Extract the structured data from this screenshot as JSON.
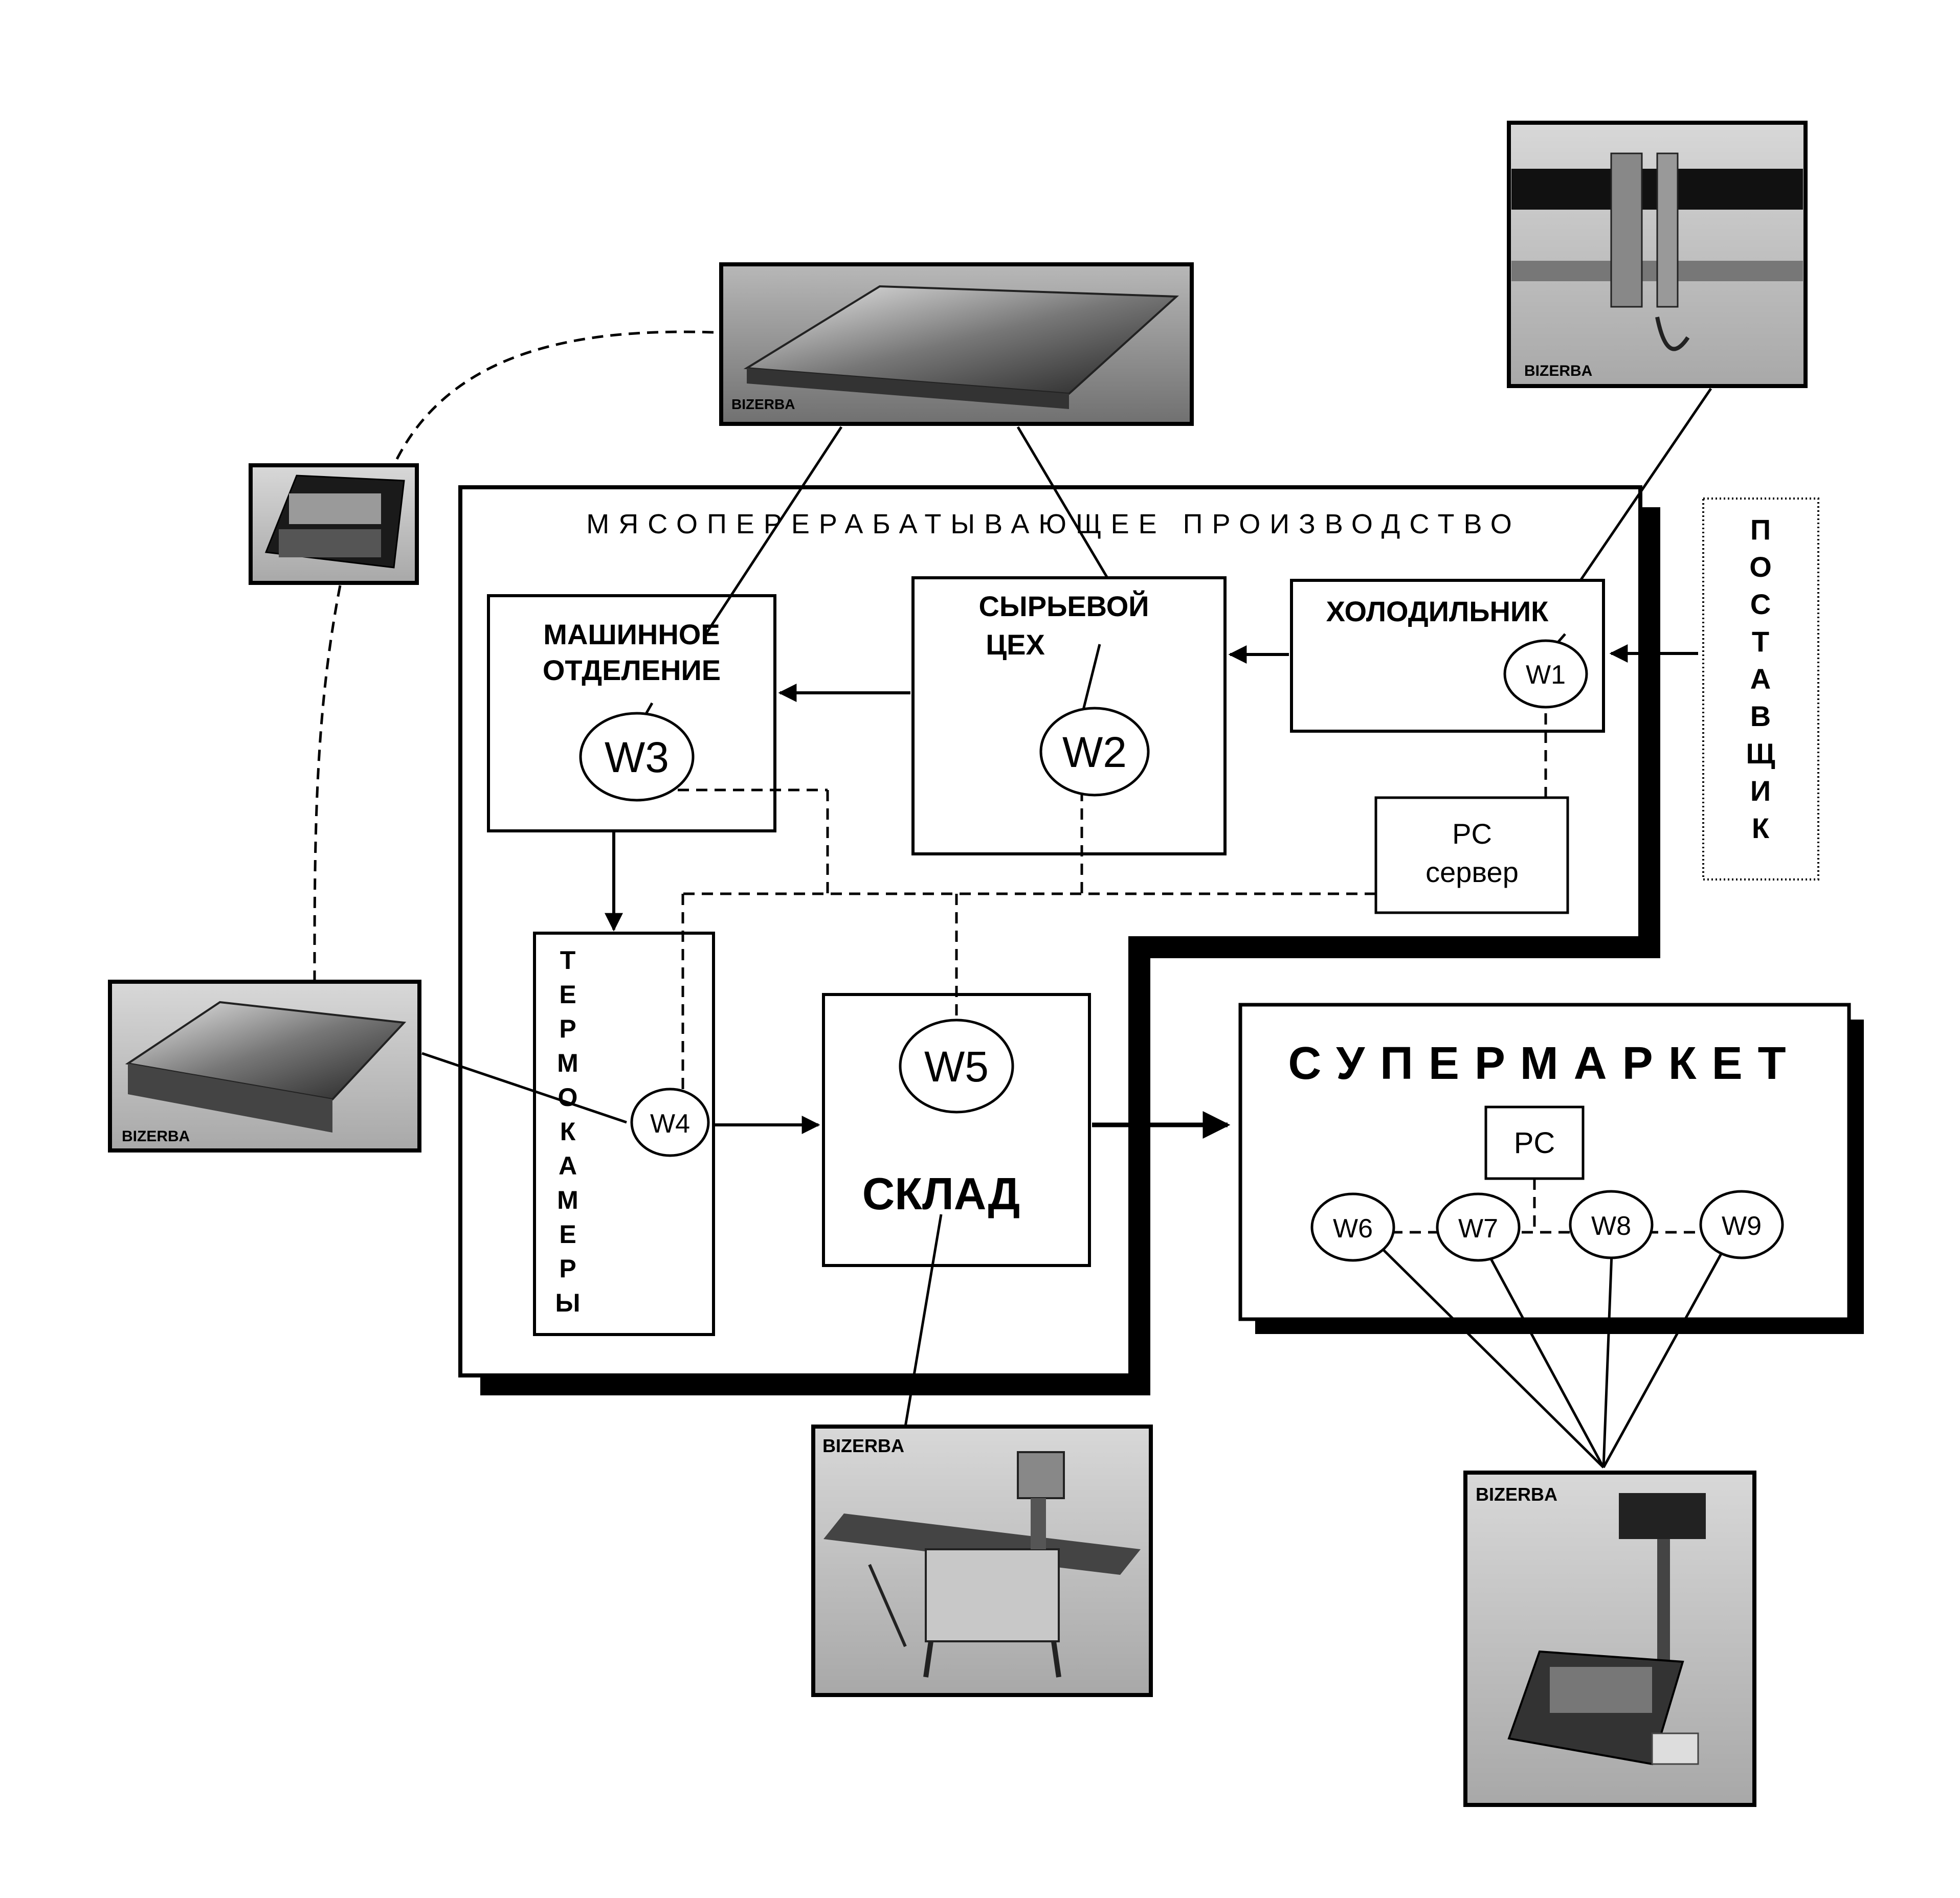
{
  "plant": {
    "title": "МЯСОПЕРЕРАБАТЫВАЮЩЕЕ ПРОИЗВОДСТВО"
  },
  "supplier": {
    "label": "ПОСТАВЩИК"
  },
  "rooms": {
    "cold_store": {
      "label": "ХОЛОДИЛЬНИК"
    },
    "raw_shop": {
      "line1": "СЫРЬЕВОЙ",
      "line2": "ЦЕХ"
    },
    "machine_room": {
      "line1": "МАШИННОЕ",
      "line2": "ОТДЕЛЕНИЕ"
    },
    "thermo_chambers": {
      "label": "ТЕРМОКАМЕРЫ"
    },
    "warehouse": {
      "label": "СКЛАД"
    }
  },
  "server": {
    "line1": "PC",
    "line2": "сервер"
  },
  "supermarket": {
    "title": "СУПЕРМАРКЕТ",
    "pc": "PC"
  },
  "scales": {
    "w1": "W1",
    "w2": "W2",
    "w3": "W3",
    "w4": "W4",
    "w5": "W5",
    "w6": "W6",
    "w7": "W7",
    "w8": "W8",
    "w9": "W9"
  },
  "photos": {
    "brand": "BIZERBA",
    "items": [
      "floor-scale-platform",
      "crane-hook-scale",
      "weighing-terminal",
      "bench-scale",
      "checkweigher",
      "retail-label-scale"
    ]
  }
}
